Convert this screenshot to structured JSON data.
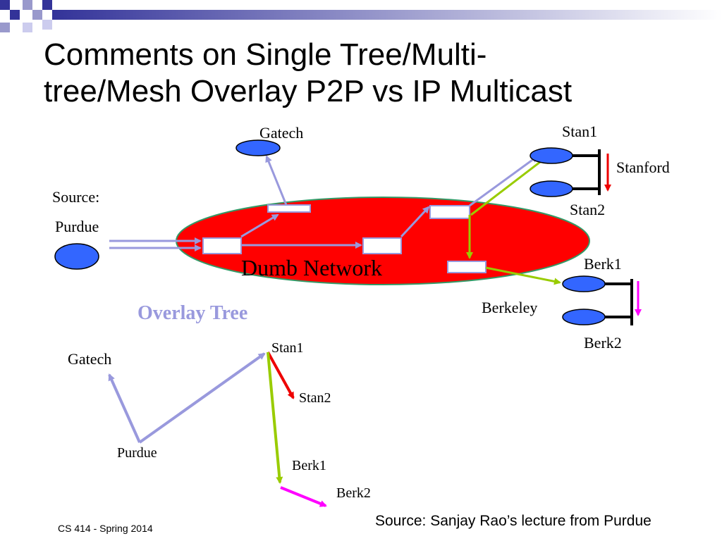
{
  "slide": {
    "title_line1": "Comments on Single Tree/Multi-",
    "title_line2": "tree/Mesh Overlay P2P vs IP Multicast",
    "footer_left": "CS 414 - Spring 2014",
    "footer_right": "Source: Sanjay Rao’s lecture from Purdue"
  },
  "network": {
    "label": "Dumb Network",
    "source_label": "Source:",
    "source_name": "Purdue",
    "gatech": "Gatech",
    "stan1": "Stan1",
    "stan2": "Stan2",
    "stanford": "Stanford",
    "berk1": "Berk1",
    "berk2": "Berk2",
    "berkeley": "Berkeley"
  },
  "overlay_tree": {
    "heading": "Overlay  Tree",
    "gatech": "Gatech",
    "purdue": "Purdue",
    "stan1": "Stan1",
    "stan2": "Stan2",
    "berk1": "Berk1",
    "berk2": "Berk2"
  },
  "colors": {
    "network_fill": "#ff0000",
    "node_fill": "#3366ff",
    "overlay_blue": "#9999dd",
    "green": "#99cc00",
    "red": "#ee0000",
    "magenta": "#ff00ff",
    "deco_dark": "#333399",
    "deco_light": "#9999cc"
  }
}
